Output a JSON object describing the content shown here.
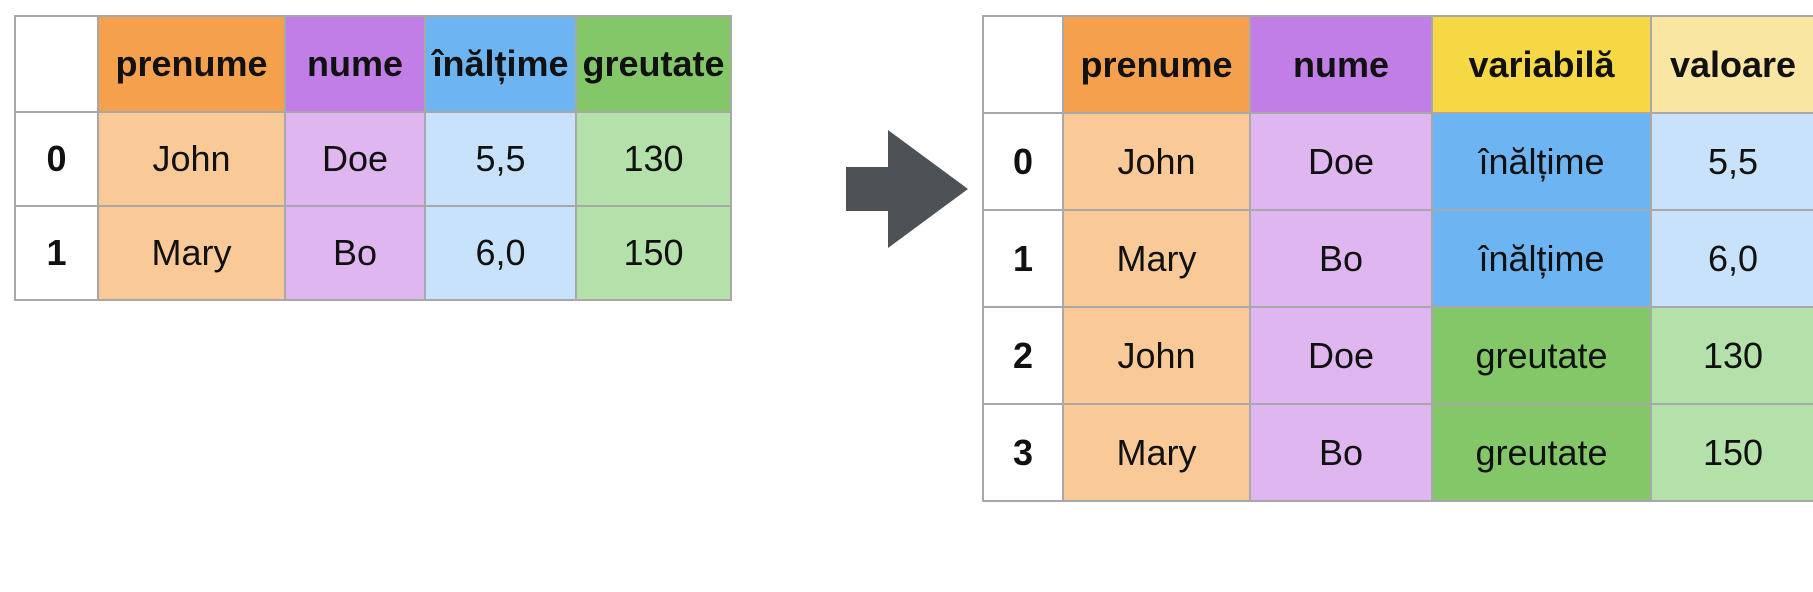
{
  "colors": {
    "prenume_head": "#f4a04c",
    "prenume_cell": "#f9c998",
    "nume_head": "#c07ee6",
    "nume_cell": "#dfb6f0",
    "inaltime_head": "#6cb4f2",
    "inaltime_cell": "#c9e2fb",
    "greutate_head": "#84c769",
    "greutate_cell": "#b4e0aa",
    "variabila_head": "#f5d844",
    "valoare_head": "#f9e6a2",
    "arrow": "#4d5257"
  },
  "left_table": {
    "columns": [
      "prenume",
      "nume",
      "înălțime",
      "greutate"
    ],
    "rows": [
      {
        "index": "0",
        "prenume": "John",
        "nume": "Doe",
        "inaltime": "5,5",
        "greutate": "130"
      },
      {
        "index": "1",
        "prenume": "Mary",
        "nume": "Bo",
        "inaltime": "6,0",
        "greutate": "150"
      }
    ]
  },
  "right_table": {
    "columns": [
      "prenume",
      "nume",
      "variabilă",
      "valoare"
    ],
    "rows": [
      {
        "index": "0",
        "prenume": "John",
        "nume": "Doe",
        "variabila": "înălțime",
        "valoare": "5,5"
      },
      {
        "index": "1",
        "prenume": "Mary",
        "nume": "Bo",
        "variabila": "înălțime",
        "valoare": "6,0"
      },
      {
        "index": "2",
        "prenume": "John",
        "nume": "Doe",
        "variabila": "greutate",
        "valoare": "130"
      },
      {
        "index": "3",
        "prenume": "Mary",
        "nume": "Bo",
        "variabila": "greutate",
        "valoare": "150"
      }
    ]
  }
}
